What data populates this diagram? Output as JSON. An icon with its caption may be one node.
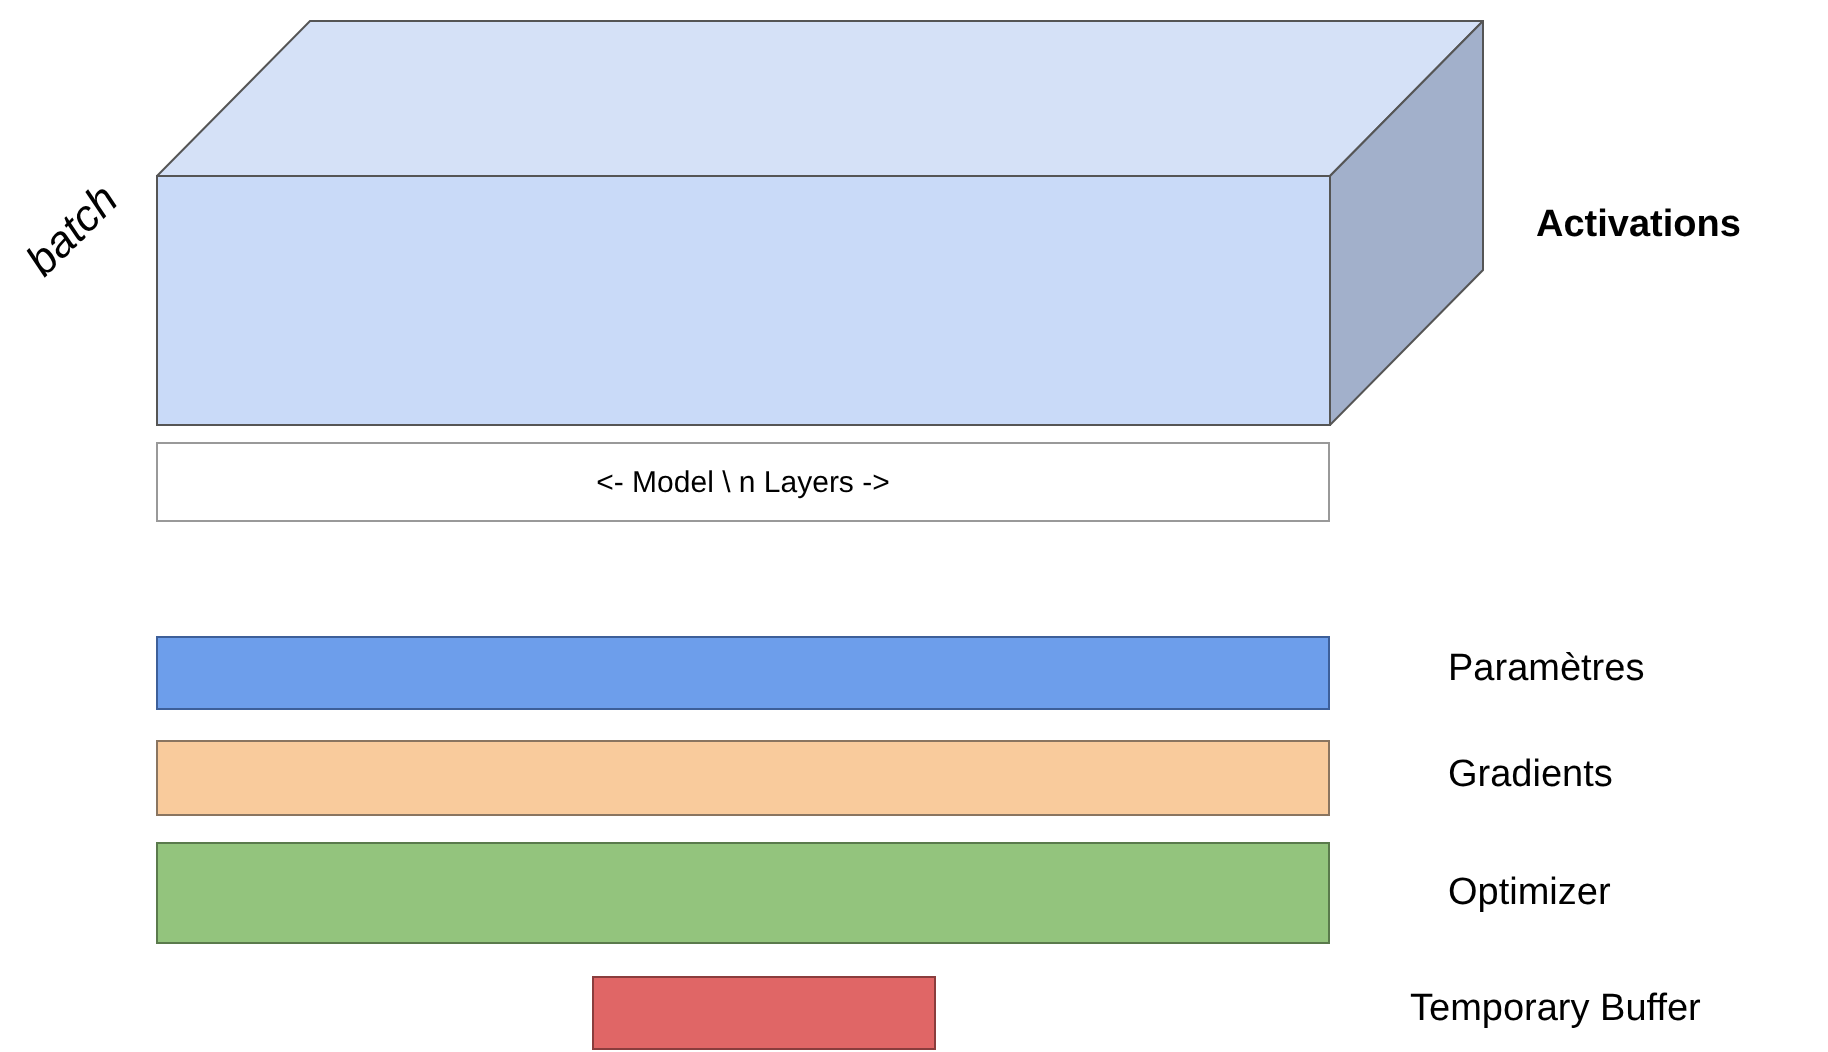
{
  "diagram": {
    "nodes": [
      {
        "text": [],
        "shape": "box",
        "beside": [
          "batch",
          "Activations"
        ]
      },
      {
        "text": [
          "<- Model \\ n Layers ->"
        ]
      },
      {
        "text": [],
        "shape": "bar",
        "beside": [
          "Paramètres"
        ]
      },
      {
        "text": [],
        "shape": "bar",
        "beside": [
          "Gradients"
        ]
      },
      {
        "text": [],
        "shape": "bar",
        "beside": [
          "Optimizer"
        ]
      },
      {
        "text": [],
        "shape": "bar"
      }
    ],
    "edges": [],
    "labels": [
      "Temporary Buffer"
    ]
  }
}
